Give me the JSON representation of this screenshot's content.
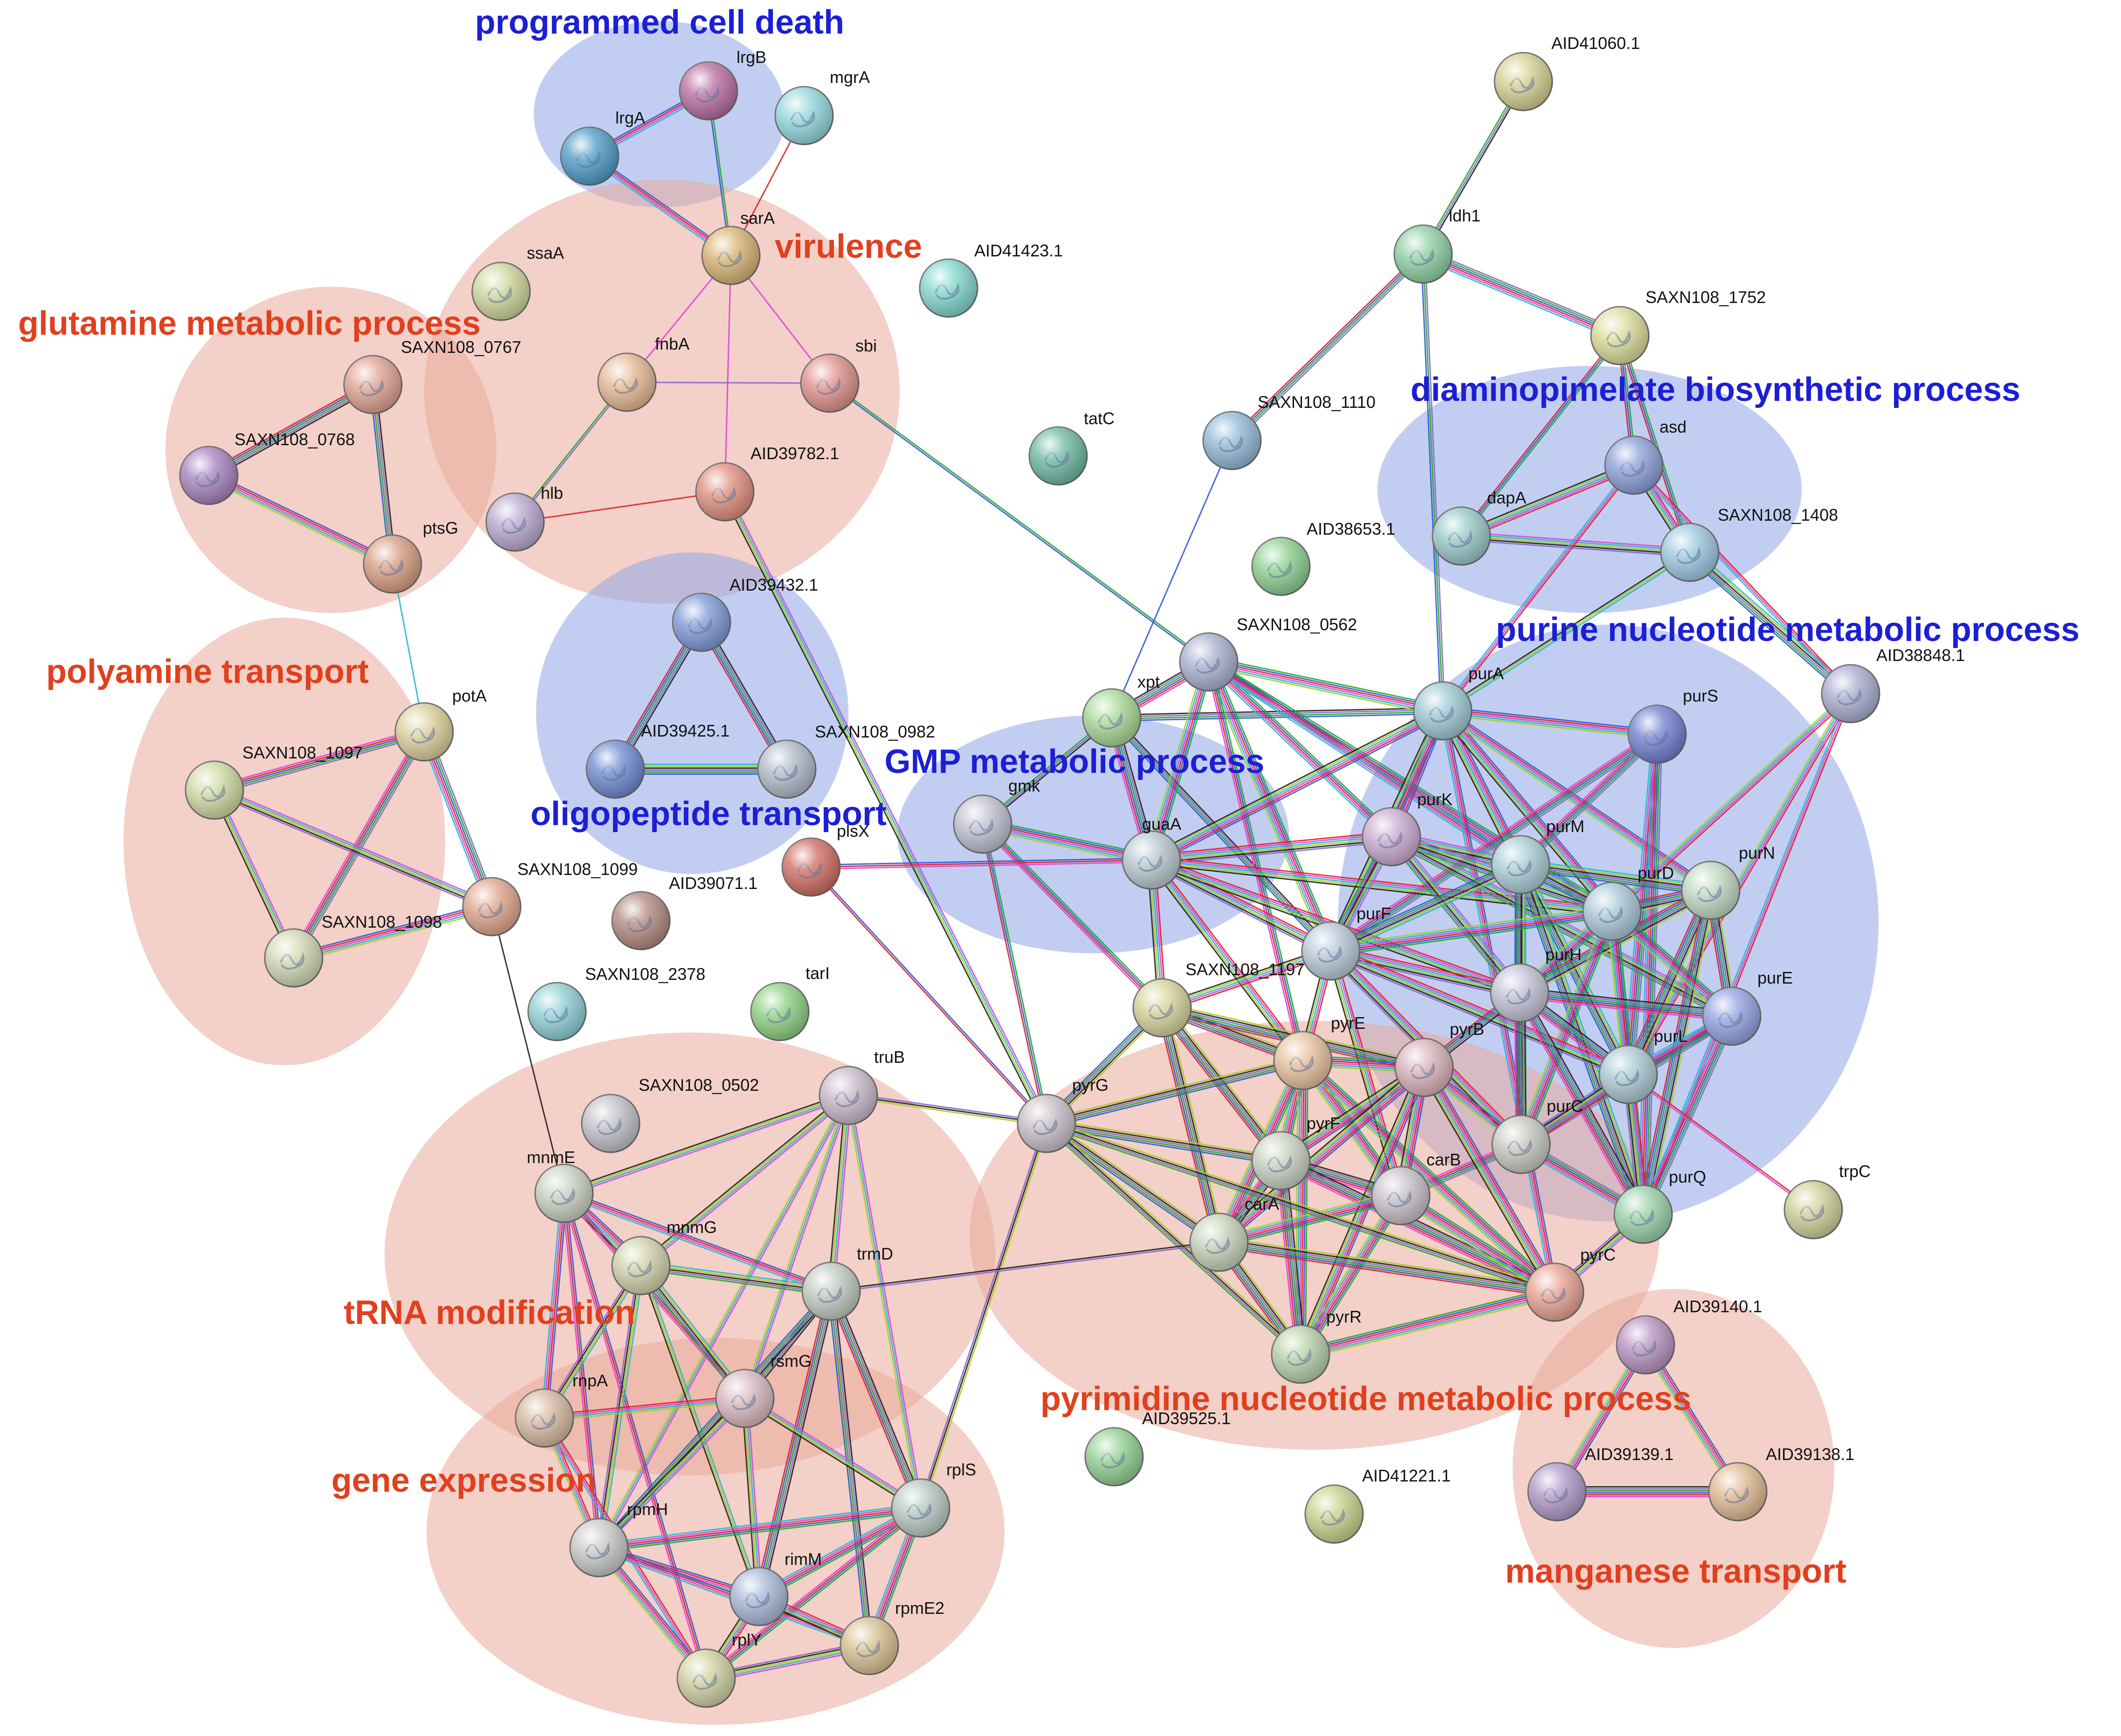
{
  "colors": {
    "cluster_red": "#e9a99a",
    "cluster_blue": "#8fa6e6",
    "label_red": "#e0401e",
    "label_blue": "#1c1fd4",
    "edge_palette": [
      "#22aa22",
      "#3355dd",
      "#dd2222",
      "#dd44dd",
      "#22bbcc",
      "#aacc22",
      "#222222",
      "#8866cc"
    ]
  },
  "clusters": [
    {
      "id": "programmed-cell-death",
      "label": "programmed cell death",
      "tone": "blue"
    },
    {
      "id": "virulence",
      "label": "virulence",
      "tone": "red"
    },
    {
      "id": "glutamine-metabolic-process",
      "label": "glutamine metabolic process",
      "tone": "red"
    },
    {
      "id": "polyamine-transport",
      "label": "polyamine transport",
      "tone": "red"
    },
    {
      "id": "oligopeptide-transport",
      "label": "oligopeptide transport",
      "tone": "blue"
    },
    {
      "id": "gmp-metabolic-process",
      "label": "GMP metabolic process",
      "tone": "blue"
    },
    {
      "id": "diaminopimelate-biosynthetic-process",
      "label": "diaminopimelate biosynthetic process",
      "tone": "blue"
    },
    {
      "id": "purine-nucleotide-metabolic-process",
      "label": "purine nucleotide metabolic process",
      "tone": "blue"
    },
    {
      "id": "pyrimidine-nucleotide-metabolic-process",
      "label": "pyrimidine nucleotide metabolic process",
      "tone": "red"
    },
    {
      "id": "trna-modification",
      "label": "tRNA modification",
      "tone": "red"
    },
    {
      "id": "gene-expression",
      "label": "gene expression",
      "tone": "red"
    },
    {
      "id": "manganese-transport",
      "label": "manganese transport",
      "tone": "red"
    }
  ],
  "nodes": [
    {
      "id": "lrgB",
      "label": "lrgB",
      "color": "#b86a9e"
    },
    {
      "id": "lrgA",
      "label": "lrgA",
      "color": "#4a9ac8"
    },
    {
      "id": "mgrA",
      "label": "mgrA",
      "color": "#8fd6dc"
    },
    {
      "id": "sarA",
      "label": "sarA",
      "color": "#d9b272"
    },
    {
      "id": "ssaA",
      "label": "ssaA",
      "color": "#cfd69a"
    },
    {
      "id": "AID41423.1",
      "label": "AID41423.1",
      "color": "#7fd6cc"
    },
    {
      "id": "SAXN108_0767",
      "label": "SAXN108_0767",
      "color": "#e0a090"
    },
    {
      "id": "fnbA",
      "label": "fnbA",
      "color": "#e8b890"
    },
    {
      "id": "sbi",
      "label": "sbi",
      "color": "#e0908a"
    },
    {
      "id": "SAXN108_0768",
      "label": "SAXN108_0768",
      "color": "#a680bc"
    },
    {
      "id": "hlb",
      "label": "hlb",
      "color": "#b8a8d0"
    },
    {
      "id": "AID39782.1",
      "label": "AID39782.1",
      "color": "#e08c7c"
    },
    {
      "id": "ptsG",
      "label": "ptsG",
      "color": "#d89c80"
    },
    {
      "id": "tatC",
      "label": "tatC",
      "color": "#6ab8a0"
    },
    {
      "id": "AID41060.1",
      "label": "AID41060.1",
      "color": "#d6cf8e"
    },
    {
      "id": "ldh1",
      "label": "ldh1",
      "color": "#8cd0a0"
    },
    {
      "id": "SAXN108_1752",
      "label": "SAXN108_1752",
      "color": "#dcdc98"
    },
    {
      "id": "SAXN108_1110",
      "label": "SAXN108_1110",
      "color": "#90b8d8"
    },
    {
      "id": "asd",
      "label": "asd",
      "color": "#8a9ed8"
    },
    {
      "id": "dapA",
      "label": "dapA",
      "color": "#98c8c8"
    },
    {
      "id": "SAXN108_1408",
      "label": "SAXN108_1408",
      "color": "#9ac8e0"
    },
    {
      "id": "AID38653.1",
      "label": "AID38653.1",
      "color": "#8ad08e"
    },
    {
      "id": "AID39432.1",
      "label": "AID39432.1",
      "color": "#7c98d8"
    },
    {
      "id": "potA",
      "label": "potA",
      "color": "#dccf98"
    },
    {
      "id": "SAXN108_0562",
      "label": "SAXN108_0562",
      "color": "#a8b0d0"
    },
    {
      "id": "purA",
      "label": "purA",
      "color": "#9cc8d4"
    },
    {
      "id": "AID38848.1",
      "label": "AID38848.1",
      "color": "#a8acd0"
    },
    {
      "id": "SAXN108_1097",
      "label": "SAXN108_1097",
      "color": "#d0d8a0"
    },
    {
      "id": "AID39425.1",
      "label": "AID39425.1",
      "color": "#6a88d0"
    },
    {
      "id": "SAXN108_0982",
      "label": "SAXN108_0982",
      "color": "#b0b8c8"
    },
    {
      "id": "xpt",
      "label": "xpt",
      "color": "#a8d894"
    },
    {
      "id": "purS",
      "label": "purS",
      "color": "#6e7ed0"
    },
    {
      "id": "gmk",
      "label": "gmk",
      "color": "#c0c0d0"
    },
    {
      "id": "plsX",
      "label": "plsX",
      "color": "#d06a60"
    },
    {
      "id": "guaA",
      "label": "guaA",
      "color": "#b8c8d0"
    },
    {
      "id": "purK",
      "label": "purK",
      "color": "#c8a8d0"
    },
    {
      "id": "purM",
      "label": "purM",
      "color": "#a8ccd4"
    },
    {
      "id": "purN",
      "label": "purN",
      "color": "#c0d8c0"
    },
    {
      "id": "SAXN108_1099",
      "label": "SAXN108_1099",
      "color": "#e0a48a"
    },
    {
      "id": "AID39071.1",
      "label": "AID39071.1",
      "color": "#b0887c"
    },
    {
      "id": "purD",
      "label": "purD",
      "color": "#a8c8d8"
    },
    {
      "id": "SAXN108_1098",
      "label": "SAXN108_1098",
      "color": "#d0d8b0"
    },
    {
      "id": "purF",
      "label": "purF",
      "color": "#b8c8d8"
    },
    {
      "id": "SAXN108_2378",
      "label": "SAXN108_2378",
      "color": "#8ccfd6"
    },
    {
      "id": "tarI",
      "label": "tarI",
      "color": "#8cd080"
    },
    {
      "id": "SAXN108_1197",
      "label": "SAXN108_1197",
      "color": "#d6d498"
    },
    {
      "id": "purH",
      "label": "purH",
      "color": "#c0c0d4"
    },
    {
      "id": "purE",
      "label": "purE",
      "color": "#90a0e0"
    },
    {
      "id": "pyrE",
      "label": "pyrE",
      "color": "#e8c09c"
    },
    {
      "id": "pyrB",
      "label": "pyrB",
      "color": "#d8b0b8"
    },
    {
      "id": "purL",
      "label": "purL",
      "color": "#a8c8d0"
    },
    {
      "id": "truB",
      "label": "truB",
      "color": "#c8b8c8"
    },
    {
      "id": "SAXN108_0502",
      "label": "SAXN108_0502",
      "color": "#c0c0c8"
    },
    {
      "id": "pyrG",
      "label": "pyrG",
      "color": "#c8c0c8"
    },
    {
      "id": "pyrF",
      "label": "pyrF",
      "color": "#c8d0c0"
    },
    {
      "id": "purC",
      "label": "purC",
      "color": "#c8c8c0"
    },
    {
      "id": "carB",
      "label": "carB",
      "color": "#c8c0c8"
    },
    {
      "id": "mnmE",
      "label": "mnmE",
      "color": "#c8d0c0"
    },
    {
      "id": "trpC",
      "label": "trpC",
      "color": "#d0d098"
    },
    {
      "id": "purQ",
      "label": "purQ",
      "color": "#98d0a8"
    },
    {
      "id": "mnmG",
      "label": "mnmG",
      "color": "#d0d0a8"
    },
    {
      "id": "carA",
      "label": "carA",
      "color": "#c8d0b8"
    },
    {
      "id": "trmD",
      "label": "trmD",
      "color": "#c0c8c0"
    },
    {
      "id": "pyrC",
      "label": "pyrC",
      "color": "#e8a090"
    },
    {
      "id": "pyrR",
      "label": "pyrR",
      "color": "#b8d0a8"
    },
    {
      "id": "AID39140.1",
      "label": "AID39140.1",
      "color": "#b890c0"
    },
    {
      "id": "rnpA",
      "label": "rnpA",
      "color": "#d8b8a0"
    },
    {
      "id": "rsmG",
      "label": "rsmG",
      "color": "#d8b8c0"
    },
    {
      "id": "AID39525.1",
      "label": "AID39525.1",
      "color": "#90d090"
    },
    {
      "id": "AID41221.1",
      "label": "AID41221.1",
      "color": "#c8d088"
    },
    {
      "id": "AID39139.1",
      "label": "AID39139.1",
      "color": "#b098c8"
    },
    {
      "id": "AID39138.1",
      "label": "AID39138.1",
      "color": "#e0b890"
    },
    {
      "id": "rplS",
      "label": "rplS",
      "color": "#b8c8c0"
    },
    {
      "id": "rpmH",
      "label": "rpmH",
      "color": "#c8c8c8"
    },
    {
      "id": "rimM",
      "label": "rimM",
      "color": "#a8b8d8"
    },
    {
      "id": "rpmE2",
      "label": "rpmE2",
      "color": "#d8c090"
    },
    {
      "id": "rplY",
      "label": "rplY",
      "color": "#d0d0a0"
    }
  ],
  "edges": [
    [
      "lrgA",
      "lrgB",
      4
    ],
    [
      "lrgA",
      "sarA",
      4
    ],
    [
      "lrgB",
      "sarA",
      2
    ],
    [
      "mgrA",
      "sarA",
      1
    ],
    [
      "sarA",
      "fnbA",
      1
    ],
    [
      "sarA",
      "sbi",
      1
    ],
    [
      "sarA",
      "AID39782.1",
      1
    ],
    [
      "fnbA",
      "hlb",
      2
    ],
    [
      "fnbA",
      "sbi",
      1
    ],
    [
      "hlb",
      "AID39782.1",
      1
    ],
    [
      "sbi",
      "SAXN108_0562",
      2
    ],
    [
      "AID39782.1",
      "pyrG",
      4
    ],
    [
      "SAXN108_0767",
      "SAXN108_0768",
      5
    ],
    [
      "SAXN108_0767",
      "ptsG",
      4
    ],
    [
      "SAXN108_0768",
      "ptsG",
      5
    ],
    [
      "ptsG",
      "potA",
      1
    ],
    [
      "potA",
      "SAXN108_1097",
      5
    ],
    [
      "potA",
      "SAXN108_1098",
      5
    ],
    [
      "potA",
      "SAXN108_1099",
      6
    ],
    [
      "SAXN108_1097",
      "SAXN108_1099",
      5
    ],
    [
      "SAXN108_1097",
      "SAXN108_1098",
      4
    ],
    [
      "SAXN108_1098",
      "SAXN108_1099",
      5
    ],
    [
      "SAXN108_1099",
      "mnmE",
      1
    ],
    [
      "AID39432.1",
      "AID39425.1",
      5
    ],
    [
      "AID39432.1",
      "SAXN108_0982",
      5
    ],
    [
      "AID39425.1",
      "SAXN108_0982",
      6
    ],
    [
      "AID41060.1",
      "ldh1",
      3
    ],
    [
      "ldh1",
      "SAXN108_1752",
      6
    ],
    [
      "ldh1",
      "SAXN108_1110",
      4
    ],
    [
      "ldh1",
      "purA",
      3
    ],
    [
      "SAXN108_1752",
      "dapA",
      3
    ],
    [
      "SAXN108_1752",
      "asd",
      3
    ],
    [
      "SAXN108_1752",
      "SAXN108_1408",
      3
    ],
    [
      "asd",
      "dapA",
      5
    ],
    [
      "asd",
      "SAXN108_1408",
      5
    ],
    [
      "dapA",
      "SAXN108_1408",
      5
    ],
    [
      "asd",
      "purA",
      3
    ],
    [
      "SAXN108_1408",
      "AID38848.1",
      6
    ],
    [
      "asd",
      "AID38848.1",
      3
    ],
    [
      "SAXN108_1408",
      "purA",
      3
    ],
    [
      "SAXN108_1110",
      "xpt",
      1
    ],
    [
      "xpt",
      "gmk",
      3
    ],
    [
      "xpt",
      "guaA",
      6
    ],
    [
      "xpt",
      "SAXN108_0562",
      6
    ],
    [
      "xpt",
      "purA",
      4
    ],
    [
      "xpt",
      "purF",
      4
    ],
    [
      "SAXN108_0562",
      "purA",
      6
    ],
    [
      "SAXN108_0562",
      "guaA",
      6
    ],
    [
      "SAXN108_0562",
      "purK",
      5
    ],
    [
      "SAXN108_0562",
      "purM",
      5
    ],
    [
      "SAXN108_0562",
      "purF",
      6
    ],
    [
      "SAXN108_0562",
      "purD",
      5
    ],
    [
      "SAXN108_0562",
      "pyrE",
      4
    ],
    [
      "purA",
      "purS",
      5
    ],
    [
      "purA",
      "purK",
      6
    ],
    [
      "purA",
      "purM",
      6
    ],
    [
      "purA",
      "purD",
      6
    ],
    [
      "purA",
      "guaA",
      6
    ],
    [
      "purA",
      "purF",
      6
    ],
    [
      "purA",
      "purN",
      5
    ],
    [
      "purA",
      "pyrC",
      4
    ],
    [
      "AID38848.1",
      "purD",
      4
    ],
    [
      "AID38848.1",
      "purL",
      4
    ],
    [
      "AID38848.1",
      "purQ",
      3
    ],
    [
      "purS",
      "purM",
      5
    ],
    [
      "purS",
      "purL",
      6
    ],
    [
      "purS",
      "purQ",
      6
    ],
    [
      "purS",
      "purF",
      5
    ],
    [
      "gmk",
      "guaA",
      6
    ],
    [
      "gmk",
      "SAXN108_1197",
      4
    ],
    [
      "gmk",
      "pyrG",
      3
    ],
    [
      "plsX",
      "guaA",
      3
    ],
    [
      "plsX",
      "pyrG",
      2
    ],
    [
      "guaA",
      "purF",
      6
    ],
    [
      "guaA",
      "purK",
      6
    ],
    [
      "guaA",
      "purH",
      5
    ],
    [
      "guaA",
      "SAXN108_1197",
      5
    ],
    [
      "guaA",
      "pyrE",
      5
    ],
    [
      "guaA",
      "purD",
      5
    ],
    [
      "purK",
      "purM",
      6
    ],
    [
      "purK",
      "purE",
      6
    ],
    [
      "purK",
      "purD",
      6
    ],
    [
      "purK",
      "purH",
      6
    ],
    [
      "purK",
      "purF",
      6
    ],
    [
      "purM",
      "purN",
      6
    ],
    [
      "purM",
      "purD",
      6
    ],
    [
      "purM",
      "purL",
      6
    ],
    [
      "purM",
      "purH",
      6
    ],
    [
      "purM",
      "purF",
      6
    ],
    [
      "purM",
      "purQ",
      6
    ],
    [
      "purM",
      "purC",
      6
    ],
    [
      "purN",
      "purD",
      6
    ],
    [
      "purN",
      "purH",
      6
    ],
    [
      "purN",
      "purE",
      6
    ],
    [
      "purN",
      "purL",
      6
    ],
    [
      "purN",
      "purQ",
      6
    ],
    [
      "purD",
      "purH",
      6
    ],
    [
      "purD",
      "purL",
      6
    ],
    [
      "purD",
      "purC",
      6
    ],
    [
      "purD",
      "purE",
      6
    ],
    [
      "purD",
      "purQ",
      6
    ],
    [
      "purD",
      "purF",
      6
    ],
    [
      "purF",
      "purH",
      6
    ],
    [
      "purF",
      "pyrE",
      5
    ],
    [
      "purF",
      "purL",
      6
    ],
    [
      "purF",
      "purC",
      6
    ],
    [
      "purF",
      "carB",
      5
    ],
    [
      "purF",
      "SAXN108_1197",
      5
    ],
    [
      "purH",
      "purE",
      6
    ],
    [
      "purH",
      "purL",
      6
    ],
    [
      "purH",
      "purC",
      6
    ],
    [
      "purH",
      "purQ",
      6
    ],
    [
      "purH",
      "pyrB",
      5
    ],
    [
      "purE",
      "purL",
      6
    ],
    [
      "purE",
      "purC",
      6
    ],
    [
      "purE",
      "purQ",
      6
    ],
    [
      "purL",
      "purC",
      6
    ],
    [
      "purL",
      "purQ",
      6
    ],
    [
      "purL",
      "trpC",
      2
    ],
    [
      "purC",
      "purQ",
      6
    ],
    [
      "purC",
      "carB",
      5
    ],
    [
      "SAXN108_1197",
      "pyrE",
      6
    ],
    [
      "SAXN108_1197",
      "pyrB",
      6
    ],
    [
      "SAXN108_1197",
      "pyrF",
      6
    ],
    [
      "SAXN108_1197",
      "carA",
      6
    ],
    [
      "SAXN108_1197",
      "pyrG",
      5
    ],
    [
      "pyrE",
      "pyrB",
      6
    ],
    [
      "pyrE",
      "pyrF",
      6
    ],
    [
      "pyrE",
      "carB",
      6
    ],
    [
      "pyrE",
      "carA",
      6
    ],
    [
      "pyrE",
      "pyrC",
      6
    ],
    [
      "pyrE",
      "pyrR",
      6
    ],
    [
      "pyrB",
      "pyrF",
      6
    ],
    [
      "pyrB",
      "carB",
      6
    ],
    [
      "pyrB",
      "carA",
      6
    ],
    [
      "pyrB",
      "pyrC",
      6
    ],
    [
      "pyrB",
      "pyrR",
      6
    ],
    [
      "pyrB",
      "purC",
      5
    ],
    [
      "pyrF",
      "carB",
      6
    ],
    [
      "pyrF",
      "carA",
      6
    ],
    [
      "pyrF",
      "pyrR",
      6
    ],
    [
      "pyrF",
      "pyrC",
      6
    ],
    [
      "carB",
      "carA",
      6
    ],
    [
      "carB",
      "pyrC",
      6
    ],
    [
      "carB",
      "pyrR",
      6
    ],
    [
      "carA",
      "pyrR",
      6
    ],
    [
      "carA",
      "pyrC",
      6
    ],
    [
      "pyrR",
      "pyrC",
      6
    ],
    [
      "purQ",
      "pyrC",
      5
    ],
    [
      "pyrG",
      "carA",
      5
    ],
    [
      "pyrG",
      "pyrF",
      5
    ],
    [
      "pyrG",
      "pyrE",
      5
    ],
    [
      "pyrG",
      "pyrR",
      4
    ],
    [
      "pyrG",
      "pyrC",
      4
    ],
    [
      "pyrG",
      "truB",
      3
    ],
    [
      "pyrG",
      "rplS",
      3
    ],
    [
      "truB",
      "mnmE",
      4
    ],
    [
      "truB",
      "mnmG",
      4
    ],
    [
      "truB",
      "trmD",
      4
    ],
    [
      "truB",
      "rsmG",
      3
    ],
    [
      "truB",
      "rpmH",
      3
    ],
    [
      "truB",
      "rplS",
      3
    ],
    [
      "mnmE",
      "mnmG",
      6
    ],
    [
      "mnmE",
      "trmD",
      4
    ],
    [
      "mnmE",
      "rnpA",
      4
    ],
    [
      "mnmE",
      "rsmG",
      3
    ],
    [
      "mnmE",
      "rpmH",
      3
    ],
    [
      "mnmE",
      "rplY",
      3
    ],
    [
      "mnmG",
      "trmD",
      5
    ],
    [
      "mnmG",
      "rsmG",
      5
    ],
    [
      "mnmG",
      "rnpA",
      4
    ],
    [
      "mnmG",
      "rpmH",
      4
    ],
    [
      "mnmG",
      "rimM",
      3
    ],
    [
      "trmD",
      "rsmG",
      4
    ],
    [
      "trmD",
      "rplS",
      5
    ],
    [
      "trmD",
      "rimM",
      5
    ],
    [
      "trmD",
      "rpmE2",
      4
    ],
    [
      "trmD",
      "rpmH",
      4
    ],
    [
      "trmD",
      "carA",
      2
    ],
    [
      "rnpA",
      "rsmG",
      4
    ],
    [
      "rnpA",
      "rpmH",
      4
    ],
    [
      "rnpA",
      "rplY",
      3
    ],
    [
      "rsmG",
      "rpmH",
      4
    ],
    [
      "rsmG",
      "rplS",
      4
    ],
    [
      "rsmG",
      "rimM",
      4
    ],
    [
      "rplS",
      "rpmH",
      5
    ],
    [
      "rplS",
      "rimM",
      5
    ],
    [
      "rplS",
      "rpmE2",
      5
    ],
    [
      "rplS",
      "rplY",
      4
    ],
    [
      "rpmH",
      "rimM",
      4
    ],
    [
      "rpmH",
      "rplY",
      5
    ],
    [
      "rpmH",
      "rpmE2",
      4
    ],
    [
      "rimM",
      "rpmE2",
      5
    ],
    [
      "rimM",
      "rplY",
      5
    ],
    [
      "rpmE2",
      "rplY",
      5
    ],
    [
      "AID39140.1",
      "AID39139.1",
      5
    ],
    [
      "AID39140.1",
      "AID39138.1",
      5
    ],
    [
      "AID39139.1",
      "AID39138.1",
      6
    ]
  ]
}
